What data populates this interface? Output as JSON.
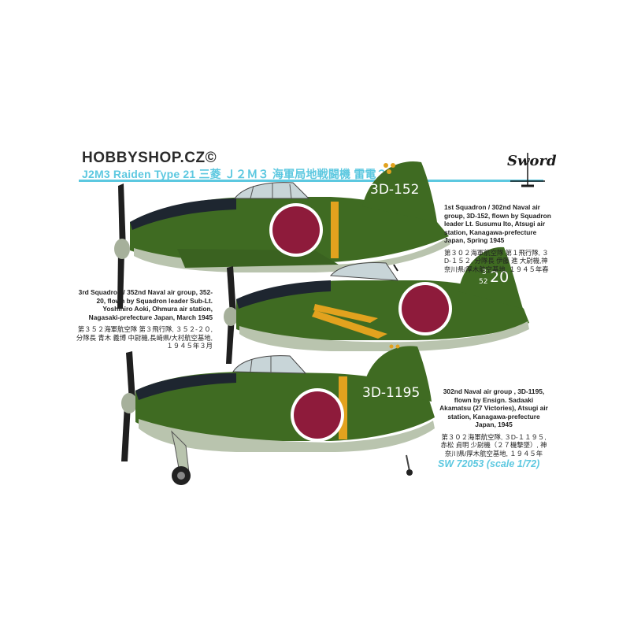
{
  "watermark": "HOBBYSHOP.CZ©",
  "title": "J2M3 Raiden Type 21 三菱 Ｊ２Ｍ３ 海軍局地戦闘機 雷電２１型",
  "logo_text": "Sword",
  "planes": [
    {
      "tail_code": "3D-152",
      "caption_en": "1st Squadron / 302nd Naval air group, 3D-152, flown by Squadron leader Lt. Susumu Ito, Atsugi air station, Kanagawa-prefecture Japan, Spring 1945",
      "caption_jp": "第３０２海軍航空隊 第１飛行隊, ３D-１５２, 分隊長 伊藤 進 大尉機,神奈川県/厚木航空基地, １９４５年春"
    },
    {
      "tail_code_top": "3",
      "tail_code_mid": "52",
      "tail_code_num": "20",
      "caption_en": "3rd Squadron / 352nd Naval air group, 352-20, flown by Squadron leader Sub-Lt. Yoshihiro Aoki, Ohmura air station, Nagasaki-prefecture Japan, March 1945",
      "caption_jp": "第３５２海軍航空隊 第３飛行隊, ３５２-２０, 分隊長 青木 義博 中尉機,長崎県/大村航空基地, １９４５年３月"
    },
    {
      "tail_code": "3D-1195",
      "caption_en": "302nd Naval air group , 3D-1195, flown by Ensign. Sadaaki Akamatsu (27 Victories), Atsugi air station, Kanagawa-prefecture Japan, 1945",
      "caption_jp": "第３０２海軍航空隊, ３D-１１９５, 赤松 貞明 少尉機（２７機撃墜）, 神奈川県/厚木航空基地, １９４５年"
    }
  ],
  "catalog": "SW 72053 (scale 1/72)",
  "colors": {
    "green": "#3f6b22",
    "green_dark": "#2f5518",
    "grey_under": "#b9c4ae",
    "hinomaru": "#8e1b3b",
    "yellow": "#e2a21e",
    "cowl": "#1e2630",
    "accent": "#5cc8e0"
  }
}
